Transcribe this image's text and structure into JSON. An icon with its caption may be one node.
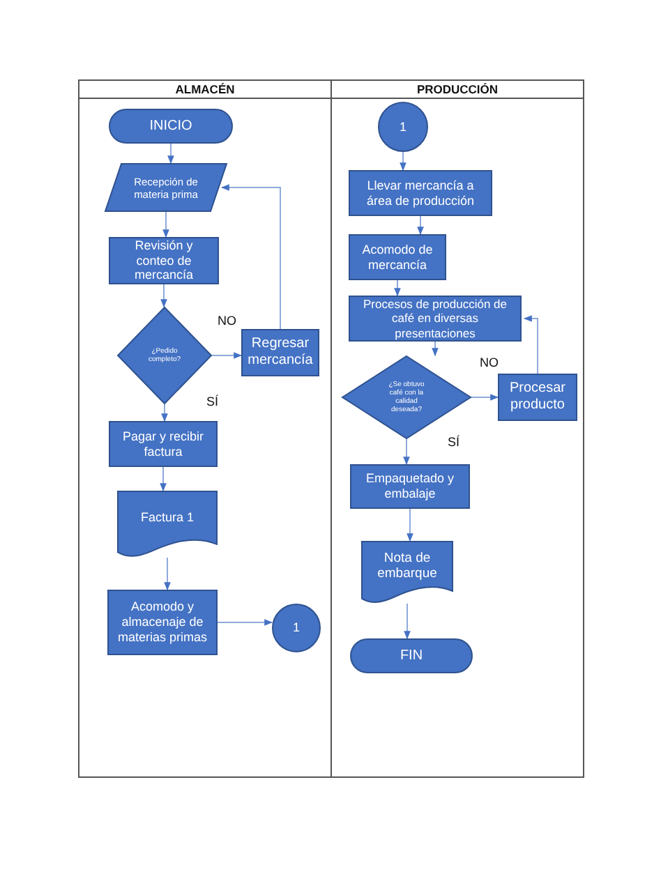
{
  "diagram": {
    "nodes": [
      {
        "text": [
          "ALMACÉN"
        ]
      },
      {
        "text": [
          "PRODUCCIÓN"
        ]
      },
      {
        "text": [
          "INICIO"
        ],
        "in": 0
      },
      {
        "text": [
          "Recepción de materia prima"
        ],
        "in": 0
      },
      {
        "text": [
          "Revisión y conteo de mercancía"
        ],
        "in": 0
      },
      {
        "text": [
          "¿Pedido completo?"
        ],
        "in": 0
      },
      {
        "text": [
          "Regresar mercancía"
        ],
        "in": 0
      },
      {
        "text": [
          "Pagar y recibir factura"
        ],
        "in": 0
      },
      {
        "text": [
          "Factura 1"
        ],
        "in": 0
      },
      {
        "text": [
          "Acomodo y almacenaje de materias primas"
        ],
        "in": 0
      },
      {
        "text": [
          "1"
        ],
        "in": 0
      },
      {
        "text": [
          "1"
        ],
        "in": 1
      },
      {
        "text": [
          "Llevar mercancía a área de producción"
        ],
        "in": 1
      },
      {
        "text": [
          "Acomodo de mercancía"
        ],
        "in": 1
      },
      {
        "text": [
          "Procesos de producción de café en diversas presentaciones"
        ],
        "in": 1
      },
      {
        "text": [
          "¿Se obtuvo café con la calidad deseada?"
        ],
        "in": 1
      },
      {
        "text": [
          "Procesar producto"
        ],
        "in": 1
      },
      {
        "text": [
          "Empaquetado y embalaje"
        ],
        "in": 1
      },
      {
        "text": [
          "Nota de embarque"
        ],
        "in": 1
      },
      {
        "text": [
          "FIN"
        ],
        "in": 1
      }
    ],
    "edges": [
      {
        "from": 2,
        "to": 3,
        "arrow": "to"
      },
      {
        "from": 3,
        "to": 4,
        "arrow": "to"
      },
      {
        "from": 4,
        "to": 5,
        "arrow": "to"
      },
      {
        "from": 5,
        "to": 6,
        "arrow": "to",
        "label": "NO"
      },
      {
        "from": 6,
        "to": 3,
        "arrow": "to"
      },
      {
        "from": 5,
        "to": 7,
        "arrow": "to",
        "label": "SÍ"
      },
      {
        "from": 7,
        "to": 8,
        "arrow": "to"
      },
      {
        "from": 8,
        "to": 9,
        "arrow": "to"
      },
      {
        "from": 9,
        "to": 10,
        "arrow": "to"
      },
      {
        "from": 11,
        "to": 12,
        "arrow": "to"
      },
      {
        "from": 12,
        "to": 13,
        "arrow": "to"
      },
      {
        "from": 13,
        "to": 14,
        "arrow": "to"
      },
      {
        "from": 14,
        "to": 15,
        "arrow": "to"
      },
      {
        "from": 15,
        "to": 16,
        "arrow": "to",
        "label": "NO"
      },
      {
        "from": 16,
        "to": 14,
        "arrow": "to"
      },
      {
        "from": 15,
        "to": 17,
        "arrow": "to",
        "label": "SÍ"
      },
      {
        "from": 17,
        "to": 18,
        "arrow": "to"
      },
      {
        "from": 18,
        "to": 19,
        "arrow": "to"
      }
    ]
  }
}
